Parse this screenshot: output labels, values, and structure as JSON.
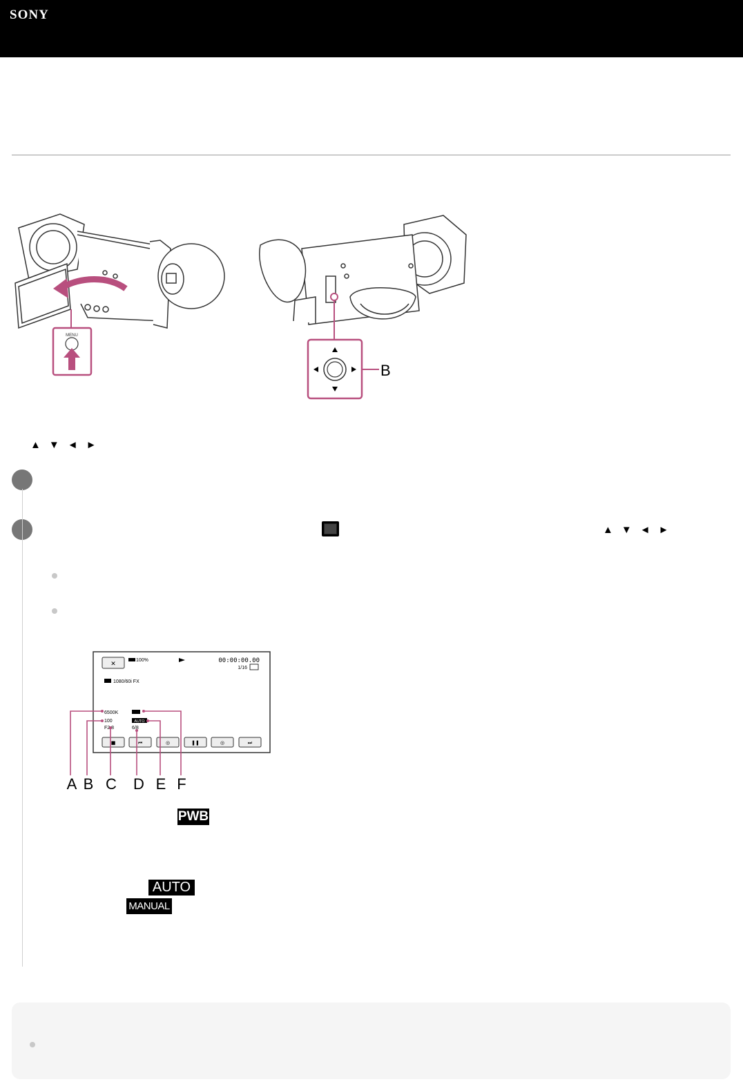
{
  "header": {
    "brand": "SONY"
  },
  "figures": {
    "menu_label": "MENU",
    "callout_b": "B"
  },
  "direction_keys": [
    "▲",
    "▼",
    "◄",
    "►"
  ],
  "step2": {
    "direction_keys": [
      "▲",
      "▼",
      "◄",
      "►"
    ]
  },
  "screen": {
    "battery": "100%",
    "timecode": "00:00:00.00",
    "counter": "1/16",
    "format": "1080/60i FX",
    "white_balance": "6500K",
    "iso": "100",
    "f_number": "F2.8",
    "gain_label": "AUTO",
    "shutter": "6/8",
    "close_button": "✕",
    "playback_buttons": [
      "■",
      "⏮",
      "◎",
      "❚❚",
      "◎",
      "⏭"
    ]
  },
  "callouts": [
    "A",
    "B",
    "C",
    "D",
    "E",
    "F"
  ],
  "icons": {
    "pwb": "PWB",
    "auto": "AUTO",
    "manual": "MANUAL"
  },
  "colors": {
    "accent": "#b84f7e",
    "header_bg": "#000000"
  }
}
